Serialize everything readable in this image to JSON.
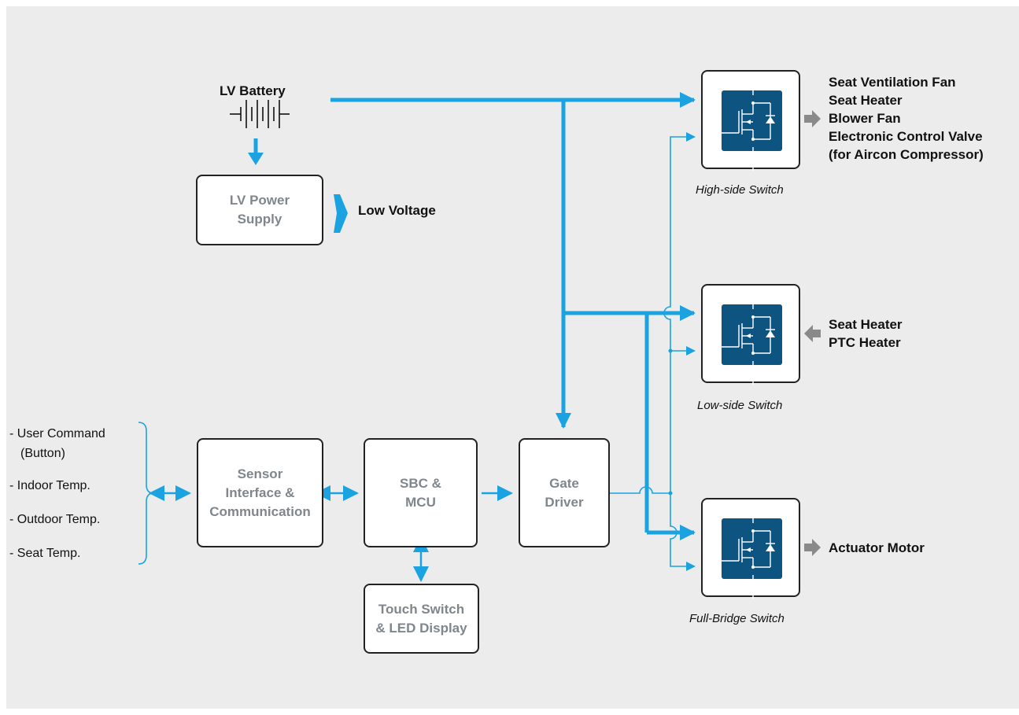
{
  "colors": {
    "background": "#ececec",
    "bus": "#1aa3e0",
    "chip": "#0d5480",
    "arrow_gray": "#8a8a8a",
    "block_text": "#7f868c"
  },
  "battery": {
    "label": "LV Battery"
  },
  "blocks": {
    "lv_power_supply": "LV Power\nSupply",
    "sensor_interface": "Sensor\nInterface &\nCommunication",
    "sbc_mcu": "SBC &\nMCU",
    "gate_driver": "Gate\nDriver",
    "touch_switch": "Touch Switch\n& LED Display"
  },
  "outputs": {
    "low_voltage": "Low Voltage"
  },
  "inputs": [
    "- User Command",
    "(Button)",
    "- Indoor Temp.",
    "- Outdoor Temp.",
    "- Seat Temp."
  ],
  "switches": {
    "high_side": {
      "caption": "High-side Switch",
      "loads": "Seat Ventilation Fan\nSeat Heater\nBlower Fan\nElectronic Control Valve\n(for Aircon Compressor)",
      "icon": "mosfet-icon"
    },
    "low_side": {
      "caption": "Low-side Switch",
      "loads": "Seat Heater\nPTC Heater",
      "icon": "mosfet-icon"
    },
    "full_bridge": {
      "caption": "Full-Bridge Switch",
      "loads": "Actuator Motor",
      "icon": "mosfet-icon"
    }
  }
}
